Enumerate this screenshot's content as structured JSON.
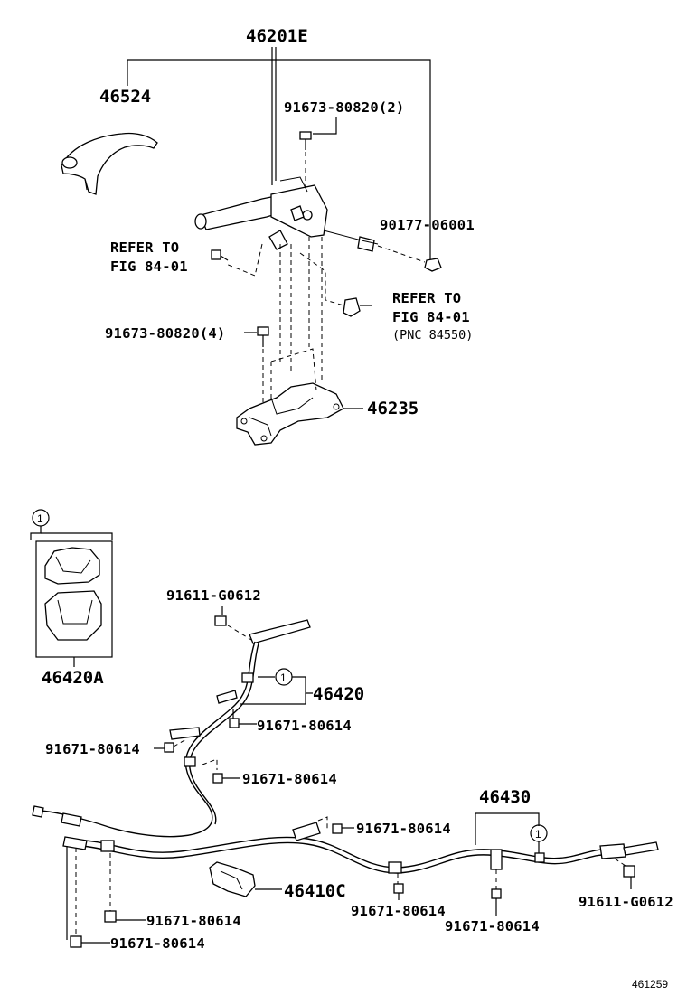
{
  "labels": {
    "assy_46201e": "46201E",
    "cover_46524": "46524",
    "bolt_top": "91673-80820(2)",
    "nut_90177": "90177-06001",
    "refer_left_1": "REFER TO",
    "refer_left_2": "FIG 84-01",
    "refer_right_1": "REFER TO",
    "refer_right_2": "FIG 84-01",
    "refer_right_3": "(PNC 84550)",
    "bolt_lower": "91673-80820(4)",
    "bracket_46235": "46235",
    "kit_circle": "1",
    "kit_46420a": "46420A",
    "bolt_g0612_top": "91611-G0612",
    "cable_circle_1": "1",
    "cable_46420": "46420",
    "bolt_a": "91671-80614",
    "bolt_b": "91671-80614",
    "bolt_c": "91671-80614",
    "cable_46430": "46430",
    "cable_circle_2": "1",
    "bolt_d": "91671-80614",
    "plate_46410c": "46410C",
    "bolt_e": "91671-80614",
    "bolt_f": "91671-80614",
    "bolt_g0612_bottom": "91611-G0612",
    "bolt_g": "91671-80614",
    "bolt_h": "91671-80614",
    "diagram_id": "461259"
  }
}
